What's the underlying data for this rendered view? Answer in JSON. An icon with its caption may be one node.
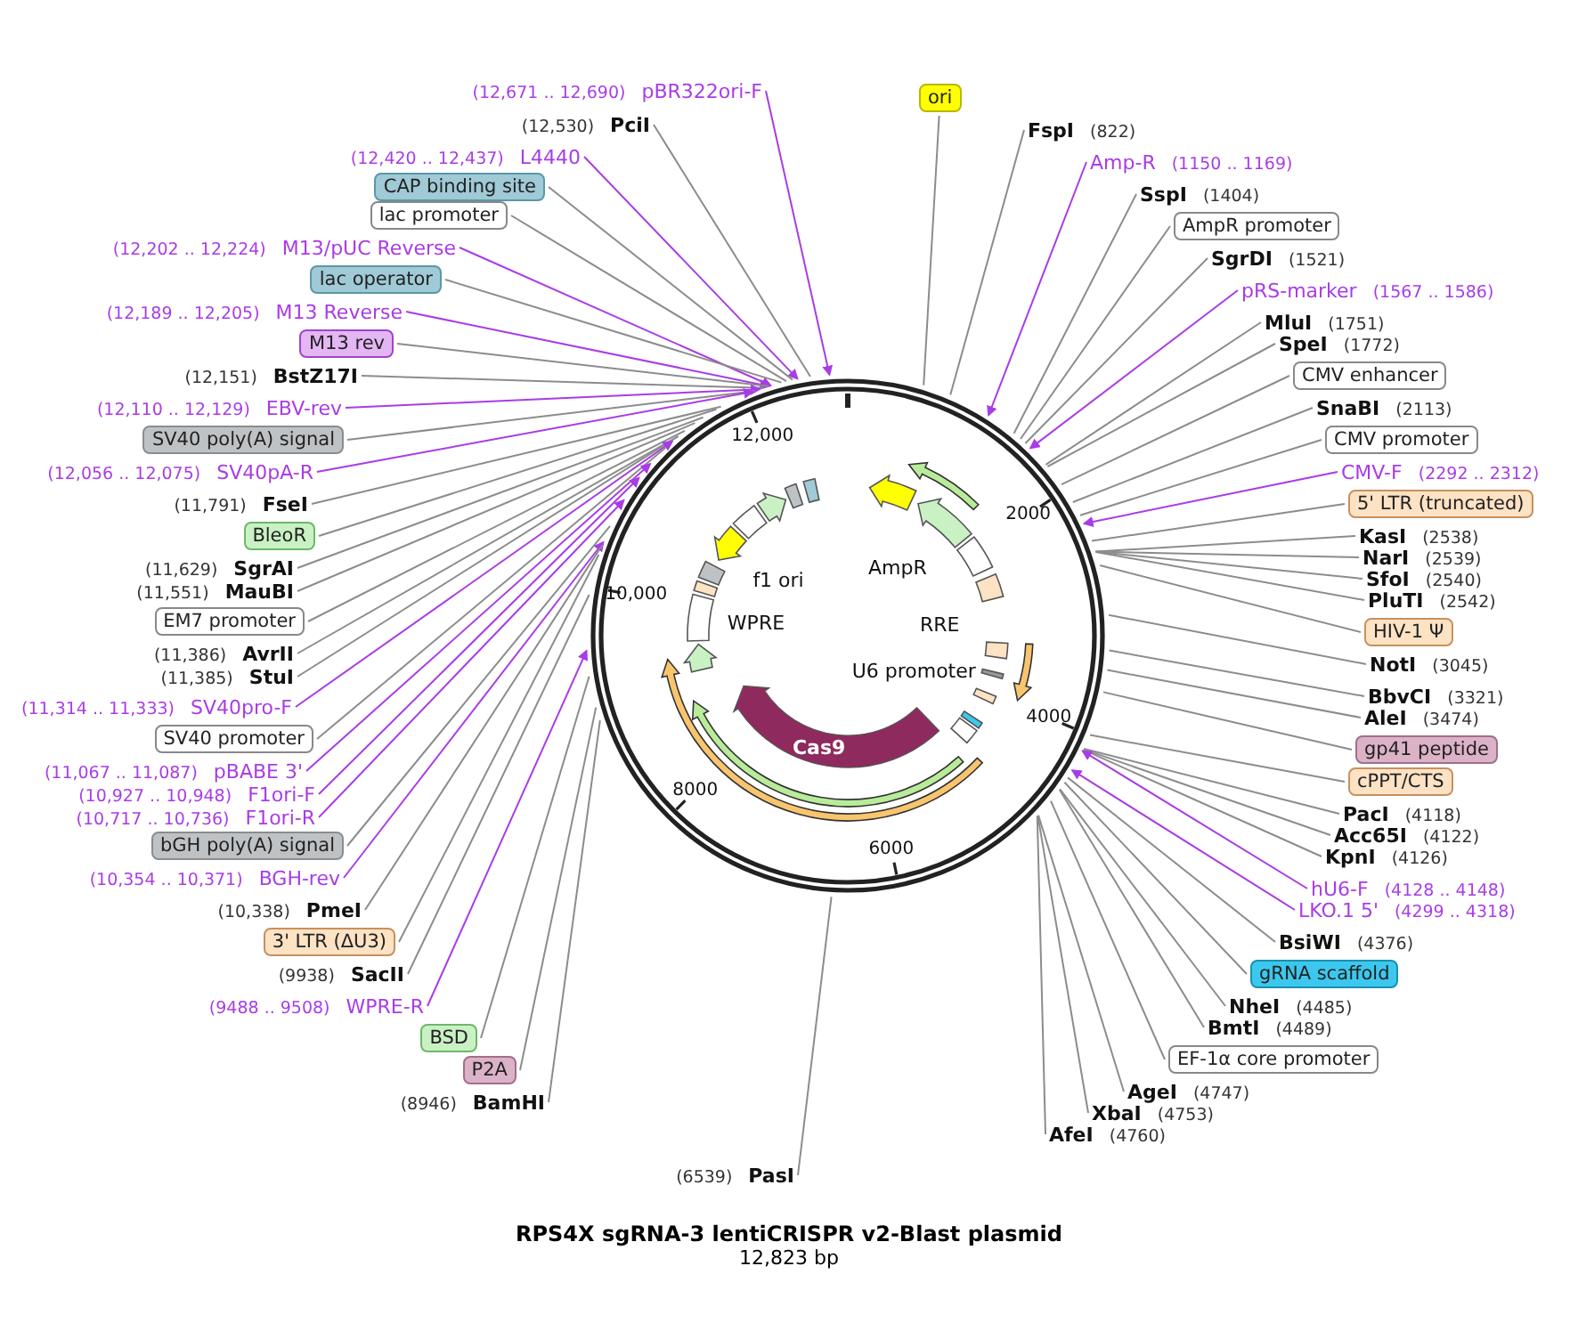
{
  "diagram": {
    "title": "RPS4X sgRNA-3 lentiCRISPR v2-Blast plasmid",
    "caption": "12,823 bp",
    "nodes": [
      {
        "text": [
          "(12,671 .. 12,690)",
          "pBR322ori-F"
        ]
      },
      {
        "text": [
          "(12,530)",
          "PciI"
        ]
      },
      {
        "text": [
          "(12,420 .. 12,437)",
          "L4440"
        ]
      },
      {
        "text": [
          "CAP binding site"
        ]
      },
      {
        "text": [
          "lac promoter"
        ]
      },
      {
        "text": [
          "(12,202 .. 12,224)",
          "M13/pUC Reverse"
        ]
      },
      {
        "text": [
          "lac operator"
        ]
      },
      {
        "text": [
          "(12,189 .. 12,205)",
          "M13 Reverse"
        ]
      },
      {
        "text": [
          "M13 rev"
        ]
      },
      {
        "text": [
          "(12,151)",
          "BstZ17I"
        ]
      },
      {
        "text": [
          "(12,110 .. 12,129)",
          "EBV-rev"
        ]
      },
      {
        "text": [
          "SV40 poly(A) signal"
        ]
      },
      {
        "text": [
          "(12,056 .. 12,075)",
          "SV40pA-R"
        ]
      },
      {
        "text": [
          "(11,791)",
          "FseI"
        ]
      },
      {
        "text": [
          "BleoR"
        ]
      },
      {
        "text": [
          "(11,629)",
          "SgrAI"
        ]
      },
      {
        "text": [
          "(11,551)",
          "MauBI"
        ]
      },
      {
        "text": [
          "EM7 promoter"
        ]
      },
      {
        "text": [
          "(11,386)",
          "AvrII"
        ]
      },
      {
        "text": [
          "(11,385)",
          "StuI"
        ]
      },
      {
        "text": [
          "(11,314 .. 11,333)",
          "SV40pro-F"
        ]
      },
      {
        "text": [
          "SV40 promoter"
        ]
      },
      {
        "text": [
          "(11,067 .. 11,087)",
          "pBABE 3'"
        ]
      },
      {
        "text": [
          "(10,927 .. 10,948)",
          "F1ori-F"
        ]
      },
      {
        "text": [
          "(10,717 .. 10,736)",
          "F1ori-R"
        ]
      },
      {
        "text": [
          "bGH poly(A) signal"
        ]
      },
      {
        "text": [
          "(10,354 .. 10,371)",
          "BGH-rev"
        ]
      },
      {
        "text": [
          "(10,338)",
          "PmeI"
        ]
      },
      {
        "text": [
          "3' LTR (ΔU3)"
        ]
      },
      {
        "text": [
          "(9938)",
          "SacII"
        ]
      },
      {
        "text": [
          "(9488 .. 9508)",
          "WPRE-R"
        ]
      },
      {
        "text": [
          "BSD"
        ]
      },
      {
        "text": [
          "P2A"
        ]
      },
      {
        "text": [
          "(8946)",
          "BamHI"
        ]
      },
      {
        "text": [
          "ori"
        ]
      },
      {
        "text": [
          "FspI",
          "(822)"
        ]
      },
      {
        "text": [
          "Amp-R",
          "(1150 .. 1169)"
        ]
      },
      {
        "text": [
          "SspI",
          "(1404)"
        ]
      },
      {
        "text": [
          "AmpR promoter"
        ]
      },
      {
        "text": [
          "SgrDI",
          "(1521)"
        ]
      },
      {
        "text": [
          "pRS-marker",
          "(1567 .. 1586)"
        ]
      },
      {
        "text": [
          "MluI",
          "(1751)"
        ]
      },
      {
        "text": [
          "SpeI",
          "(1772)"
        ]
      },
      {
        "text": [
          "CMV enhancer"
        ]
      },
      {
        "text": [
          "SnaBI",
          "(2113)"
        ]
      },
      {
        "text": [
          "CMV promoter"
        ]
      },
      {
        "text": [
          "CMV-F",
          "(2292 .. 2312)"
        ]
      },
      {
        "text": [
          "5' LTR (truncated)"
        ]
      },
      {
        "text": [
          "KasI",
          "(2538)"
        ]
      },
      {
        "text": [
          "NarI",
          "(2539)"
        ]
      },
      {
        "text": [
          "SfoI",
          "(2540)"
        ]
      },
      {
        "text": [
          "PluTI",
          "(2542)"
        ]
      },
      {
        "text": [
          "HIV-1 Ψ"
        ]
      },
      {
        "text": [
          "NotI",
          "(3045)"
        ]
      },
      {
        "text": [
          "BbvCI",
          "(3321)"
        ]
      },
      {
        "text": [
          "AleI",
          "(3474)"
        ]
      },
      {
        "text": [
          "gp41 peptide"
        ]
      },
      {
        "text": [
          "cPPT/CTS"
        ]
      },
      {
        "text": [
          "PacI",
          "(4118)"
        ]
      },
      {
        "text": [
          "Acc65I",
          "(4122)"
        ]
      },
      {
        "text": [
          "KpnI",
          "(4126)"
        ]
      },
      {
        "text": [
          "hU6-F",
          "(4128 .. 4148)"
        ]
      },
      {
        "text": [
          "LKO.1 5'",
          "(4299 .. 4318)"
        ]
      },
      {
        "text": [
          "BsiWI",
          "(4376)"
        ]
      },
      {
        "text": [
          "gRNA scaffold"
        ]
      },
      {
        "text": [
          "NheI",
          "(4485)"
        ]
      },
      {
        "text": [
          "BmtI",
          "(4489)"
        ]
      },
      {
        "text": [
          "EF-1α core promoter"
        ]
      },
      {
        "text": [
          "AgeI",
          "(4747)"
        ]
      },
      {
        "text": [
          "XbaI",
          "(4753)"
        ]
      },
      {
        "text": [
          "AfeI",
          "(4760)"
        ]
      },
      {
        "text": [
          "(6539)",
          "PasI"
        ]
      },
      {
        "text": [],
        "shape": "circle"
      },
      {
        "text": [
          "Cas9"
        ],
        "in": 72
      }
    ],
    "edges": [
      {
        "from": 0,
        "to": 72,
        "arrow": "to",
        "color": "#a93ce6"
      },
      {
        "from": 1,
        "to": 72,
        "arrow": "none"
      },
      {
        "from": 2,
        "to": 72,
        "arrow": "to",
        "color": "#a93ce6"
      },
      {
        "from": 3,
        "to": 72,
        "arrow": "none"
      },
      {
        "from": 4,
        "to": 72,
        "arrow": "none"
      },
      {
        "from": 5,
        "to": 72,
        "arrow": "to",
        "color": "#a93ce6"
      },
      {
        "from": 6,
        "to": 72,
        "arrow": "none"
      },
      {
        "from": 7,
        "to": 72,
        "arrow": "to",
        "color": "#a93ce6"
      },
      {
        "from": 8,
        "to": 72,
        "arrow": "none"
      },
      {
        "from": 9,
        "to": 72,
        "arrow": "none"
      },
      {
        "from": 10,
        "to": 72,
        "arrow": "to",
        "color": "#a93ce6"
      },
      {
        "from": 11,
        "to": 72,
        "arrow": "none"
      },
      {
        "from": 12,
        "to": 72,
        "arrow": "to",
        "color": "#a93ce6"
      },
      {
        "from": 13,
        "to": 72,
        "arrow": "none"
      },
      {
        "from": 14,
        "to": 72,
        "arrow": "none"
      },
      {
        "from": 15,
        "to": 72,
        "arrow": "none"
      },
      {
        "from": 16,
        "to": 72,
        "arrow": "none"
      },
      {
        "from": 17,
        "to": 72,
        "arrow": "none"
      },
      {
        "from": 18,
        "to": 72,
        "arrow": "none"
      },
      {
        "from": 19,
        "to": 72,
        "arrow": "none"
      },
      {
        "from": 20,
        "to": 72,
        "arrow": "to",
        "color": "#a93ce6"
      },
      {
        "from": 21,
        "to": 72,
        "arrow": "none"
      },
      {
        "from": 22,
        "to": 72,
        "arrow": "to",
        "color": "#a93ce6"
      },
      {
        "from": 23,
        "to": 72,
        "arrow": "to",
        "color": "#a93ce6"
      },
      {
        "from": 24,
        "to": 72,
        "arrow": "to",
        "color": "#a93ce6"
      },
      {
        "from": 25,
        "to": 72,
        "arrow": "none"
      },
      {
        "from": 26,
        "to": 72,
        "arrow": "to",
        "color": "#a93ce6"
      },
      {
        "from": 27,
        "to": 72,
        "arrow": "none"
      },
      {
        "from": 28,
        "to": 72,
        "arrow": "none"
      },
      {
        "from": 29,
        "to": 72,
        "arrow": "none"
      },
      {
        "from": 30,
        "to": 72,
        "arrow": "to",
        "color": "#a93ce6"
      },
      {
        "from": 31,
        "to": 72,
        "arrow": "none"
      },
      {
        "from": 32,
        "to": 72,
        "arrow": "none"
      },
      {
        "from": 33,
        "to": 72,
        "arrow": "none"
      },
      {
        "from": 34,
        "to": 72,
        "arrow": "none"
      },
      {
        "from": 35,
        "to": 72,
        "arrow": "none"
      },
      {
        "from": 36,
        "to": 72,
        "arrow": "to",
        "color": "#a93ce6"
      },
      {
        "from": 37,
        "to": 72,
        "arrow": "none"
      },
      {
        "from": 38,
        "to": 72,
        "arrow": "none"
      },
      {
        "from": 39,
        "to": 72,
        "arrow": "none"
      },
      {
        "from": 40,
        "to": 72,
        "arrow": "to",
        "color": "#a93ce6"
      },
      {
        "from": 41,
        "to": 72,
        "arrow": "none"
      },
      {
        "from": 42,
        "to": 72,
        "arrow": "none"
      },
      {
        "from": 43,
        "to": 72,
        "arrow": "none"
      },
      {
        "from": 44,
        "to": 72,
        "arrow": "none"
      },
      {
        "from": 45,
        "to": 72,
        "arrow": "none"
      },
      {
        "from": 46,
        "to": 72,
        "arrow": "to",
        "color": "#a93ce6"
      },
      {
        "from": 47,
        "to": 72,
        "arrow": "none"
      },
      {
        "from": 48,
        "to": 72,
        "arrow": "none"
      },
      {
        "from": 49,
        "to": 72,
        "arrow": "none"
      },
      {
        "from": 50,
        "to": 72,
        "arrow": "none"
      },
      {
        "from": 51,
        "to": 72,
        "arrow": "none"
      },
      {
        "from": 52,
        "to": 72,
        "arrow": "none"
      },
      {
        "from": 53,
        "to": 72,
        "arrow": "none"
      },
      {
        "from": 54,
        "to": 72,
        "arrow": "none"
      },
      {
        "from": 55,
        "to": 72,
        "arrow": "none"
      },
      {
        "from": 56,
        "to": 72,
        "arrow": "none"
      },
      {
        "from": 57,
        "to": 72,
        "arrow": "none"
      },
      {
        "from": 58,
        "to": 72,
        "arrow": "none"
      },
      {
        "from": 59,
        "to": 72,
        "arrow": "none"
      },
      {
        "from": 60,
        "to": 72,
        "arrow": "none"
      },
      {
        "from": 61,
        "to": 72,
        "arrow": "to",
        "color": "#a93ce6"
      },
      {
        "from": 62,
        "to": 72,
        "arrow": "to",
        "color": "#a93ce6"
      },
      {
        "from": 63,
        "to": 72,
        "arrow": "none"
      },
      {
        "from": 64,
        "to": 72,
        "arrow": "none"
      },
      {
        "from": 65,
        "to": 72,
        "arrow": "none"
      },
      {
        "from": 66,
        "to": 72,
        "arrow": "none"
      },
      {
        "from": 67,
        "to": 72,
        "arrow": "none"
      },
      {
        "from": 68,
        "to": 72,
        "arrow": "none"
      },
      {
        "from": 69,
        "to": 72,
        "arrow": "none"
      },
      {
        "from": 70,
        "to": 72,
        "arrow": "none"
      },
      {
        "from": 71,
        "to": 72,
        "arrow": "none"
      }
    ],
    "labels": [
      "AmpR",
      "f1 ori",
      "WPRE",
      "RRE",
      "U6 promoter",
      "2000",
      "4000",
      "6000",
      "8000",
      "10,000",
      "12,000"
    ]
  }
}
